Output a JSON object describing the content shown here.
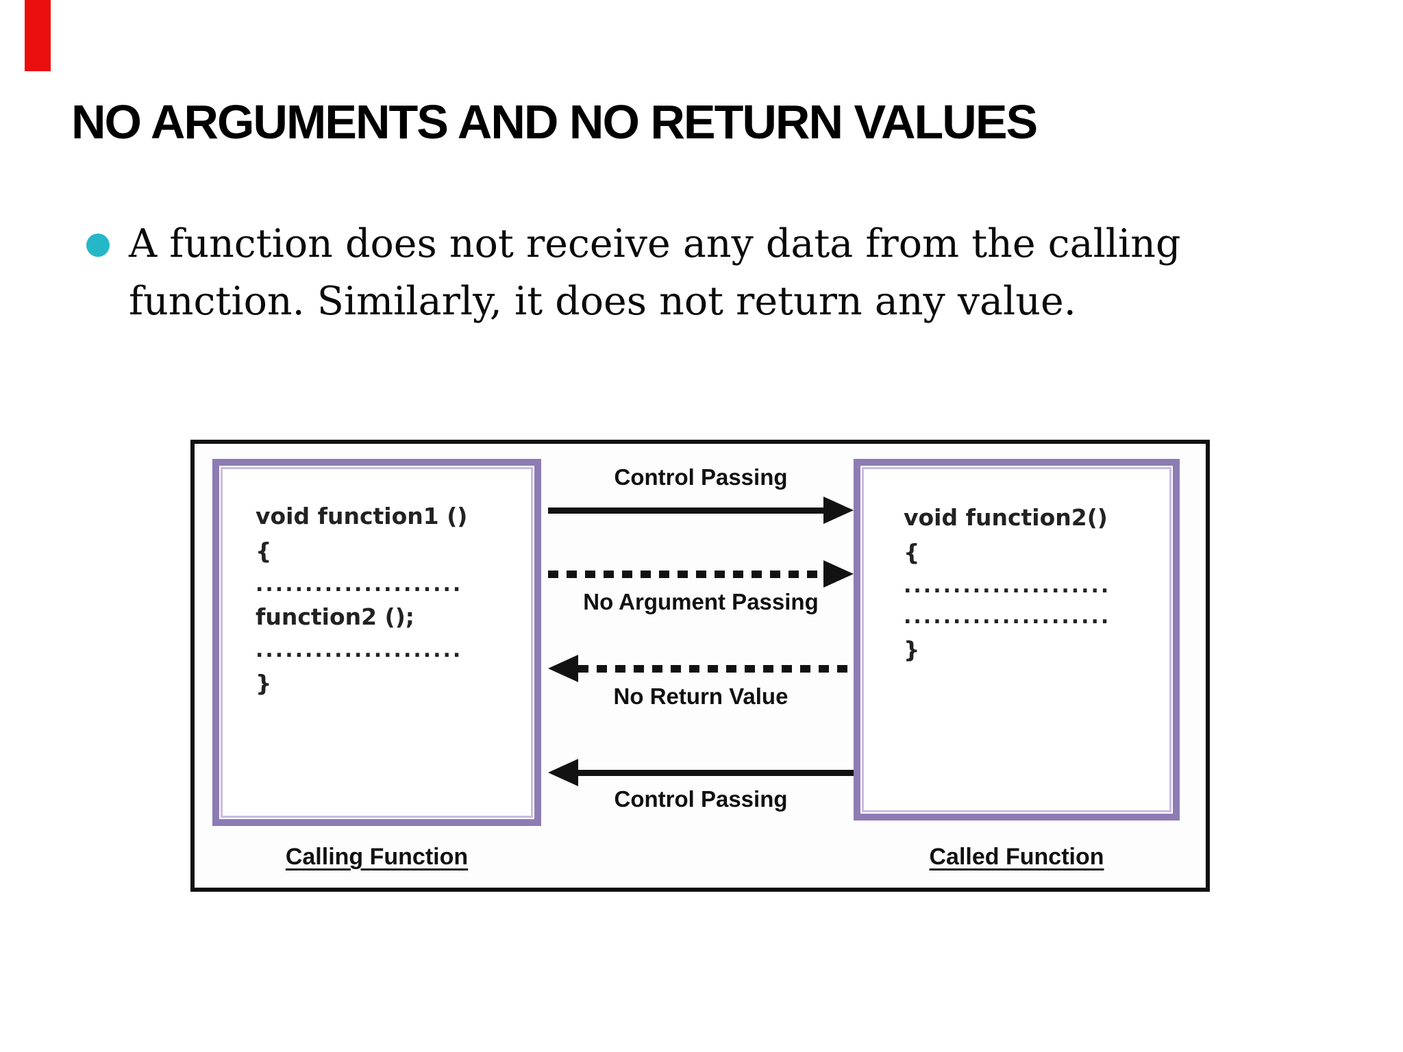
{
  "slide": {
    "title": "NO ARGUMENTS AND NO RETURN VALUES",
    "bullet": {
      "lines": [
        "A function does not receive any data from the calling",
        "function. Similarly, it does not return any value."
      ]
    },
    "accent_colors": {
      "marker_red": "#ea0e0e",
      "bullet_teal": "#25b7c8",
      "box_border_purple": "#8d7cb4",
      "diagram_black": "#101010"
    }
  },
  "diagram": {
    "calling_function": {
      "label": "Calling Function",
      "code_lines": [
        "void function1 ()",
        "{",
        ".....................",
        "function2 ();",
        ".....................",
        "}"
      ]
    },
    "called_function": {
      "label": "Called Function",
      "code_lines": [
        "void function2()",
        "{",
        ".....................",
        ".....................",
        "}"
      ]
    },
    "arrows": [
      {
        "label": "Control Passing",
        "style": "solid",
        "direction": "right",
        "label_position": "above"
      },
      {
        "label": "No Argument Passing",
        "style": "dotted",
        "direction": "right",
        "label_position": "below"
      },
      {
        "label": "No Return Value",
        "style": "dotted",
        "direction": "left",
        "label_position": "below"
      },
      {
        "label": "Control Passing",
        "style": "solid",
        "direction": "left",
        "label_position": "below"
      }
    ]
  }
}
